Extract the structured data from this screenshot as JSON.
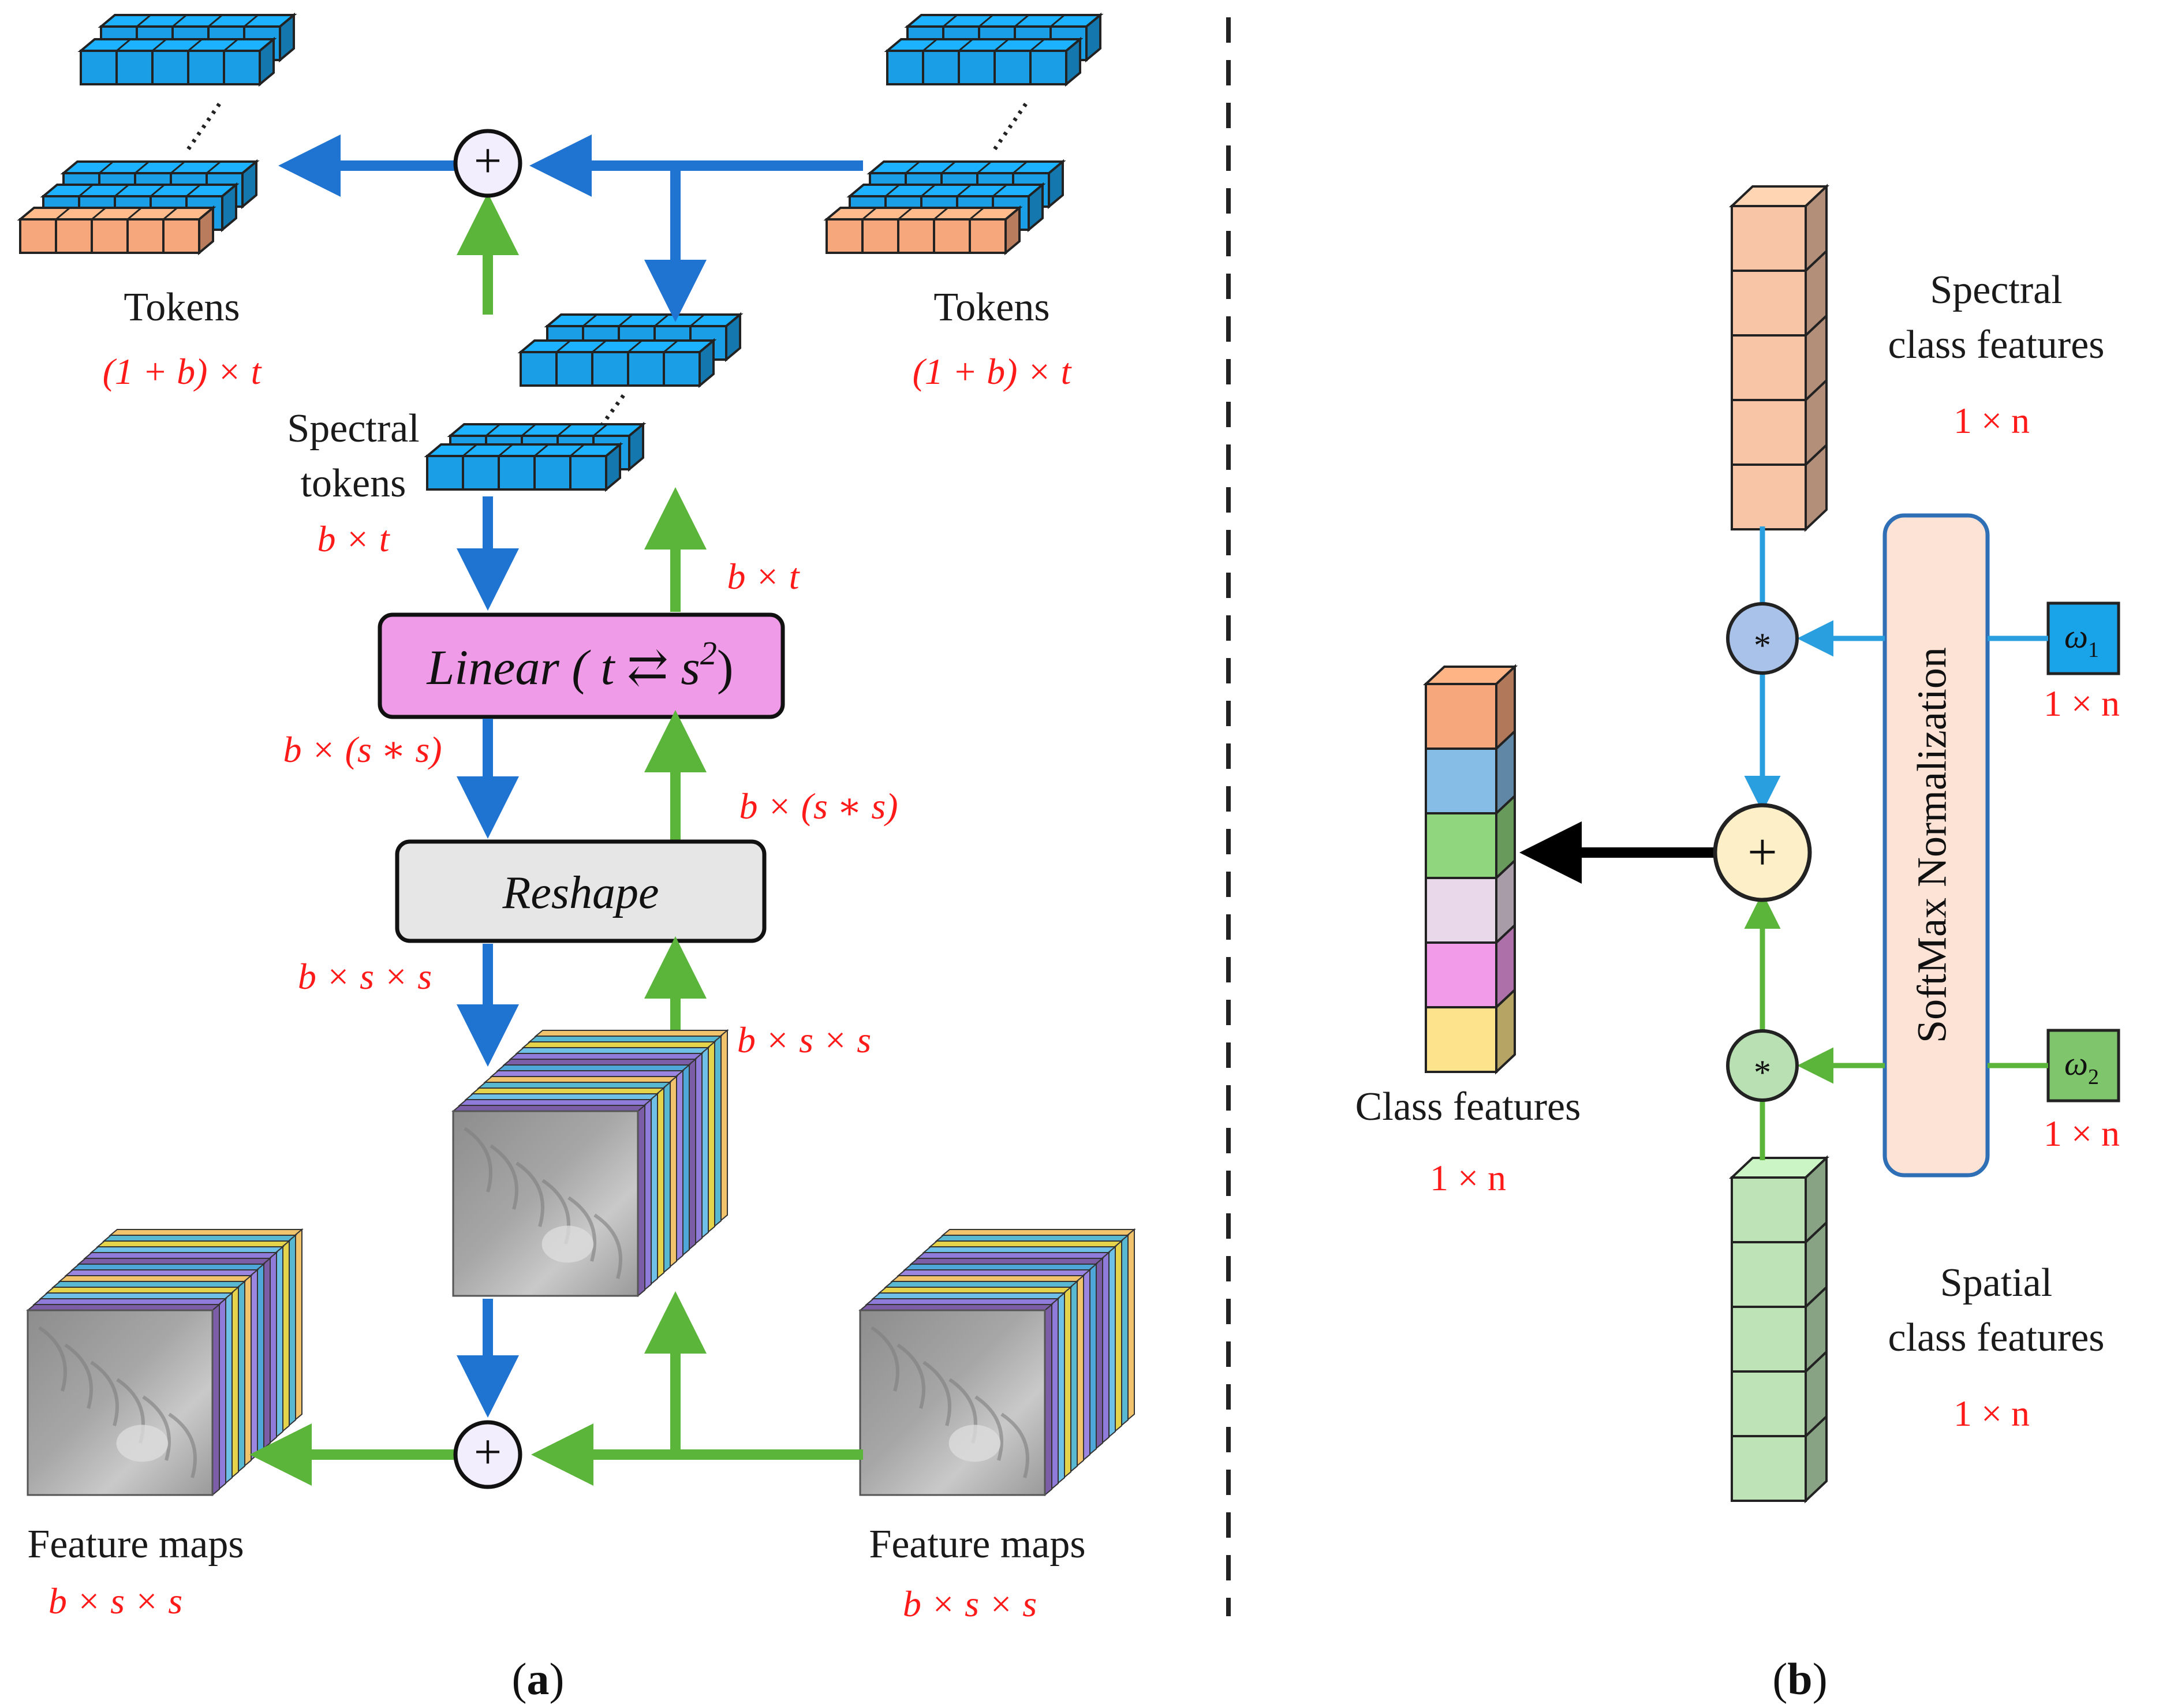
{
  "colors": {
    "blue_arrow": "#1f73d1",
    "green_arrow": "#5bb53a",
    "math_red": "#ff1a1a",
    "token_blue": "#1a9fe6",
    "token_orange": "#f6a77c",
    "linear_fill": "#f09be8",
    "reshape_fill": "#e6e6e6",
    "softmax_fill": "#fde2d6",
    "softmax_border": "#2f6fb5",
    "mult_blue": "#a9c2ea",
    "mult_green": "#b9e0b2",
    "add_cream": "#fdefc7",
    "add_lilac": "#f3eefe"
  },
  "icons": {
    "plus": "+",
    "star": "*"
  },
  "panel_a": {
    "tokens_left_label": "Tokens",
    "tokens_left_dim": "(1 + b) × t",
    "tokens_right_label": "Tokens",
    "tokens_right_dim": "(1 + b) × t",
    "spectral_label_line1": "Spectral",
    "spectral_label_line2": "tokens",
    "spectral_dim": "b × t",
    "up_dim_top": "b × t",
    "linear_label": "Linear ( t ⇄ s",
    "linear_exp": "2",
    "linear_close": ")",
    "linear_out_dim": "b × (s ∗ s)",
    "up_dim_mid": "b × (s ∗ s)",
    "reshape_label": "Reshape",
    "reshape_out_dim": "b × s × s",
    "up_dim_low": "b × s × s",
    "fmap_left_label": "Feature maps",
    "fmap_left_dim": "b × s × s",
    "fmap_right_label": "Feature maps",
    "fmap_right_dim": "b × s × s",
    "caption_open": "(",
    "caption_letter": "a",
    "caption_close": ")"
  },
  "panel_b": {
    "spectral_label_line1": "Spectral",
    "spectral_label_line2": "class features",
    "spectral_dim": "1 × n",
    "spatial_label_line1": "Spatial",
    "spatial_label_line2": "class features",
    "spatial_dim": "1 × n",
    "softmax_label": "SoftMax Normalization",
    "w1_label": "ω",
    "w1_sub": "1",
    "w1_dim": "1 × n",
    "w2_label": "ω",
    "w2_sub": "2",
    "w2_dim": "1 × n",
    "class_label": "Class features",
    "class_dim": "1 × n",
    "class_colors": [
      "#f6a77c",
      "#86bde6",
      "#8fd67f",
      "#e8d8ea",
      "#f29be9",
      "#fde48c"
    ],
    "caption_open": "(",
    "caption_letter": "b",
    "caption_close": ")"
  }
}
